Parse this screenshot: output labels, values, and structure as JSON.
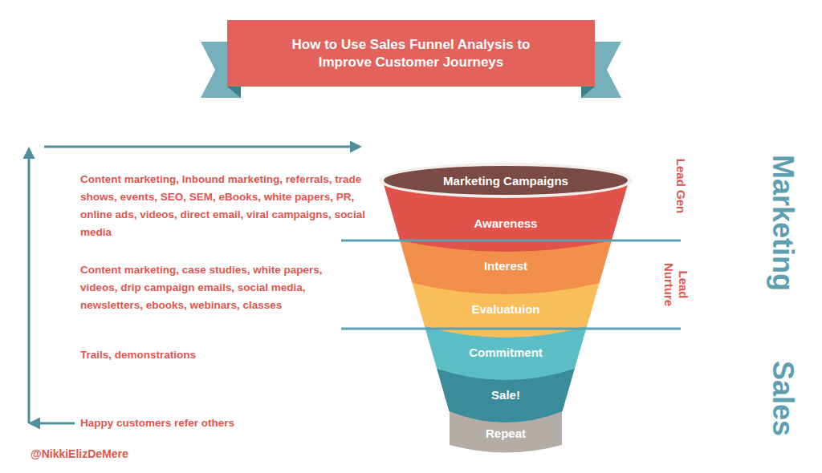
{
  "diagram": {
    "title": "How to Use Sales Funnel Analysis to Improve Customer Journeys",
    "nodes": [
      {
        "text": [
          "Marketing Campaigns"
        ]
      },
      {
        "text": [
          "Awareness"
        ]
      },
      {
        "text": [
          "Interest"
        ]
      },
      {
        "text": [
          "Evaluatuion"
        ]
      },
      {
        "text": [
          "Commitment"
        ]
      },
      {
        "text": [
          "Sale!"
        ]
      },
      {
        "text": [
          "Repeat"
        ]
      }
    ],
    "labels": [
      "Content marketing, Inbound marketing, referrals, trade shows, events, SEO, SEM, eBooks, white papers, PR, online ads, videos, direct email, viral campaigns, social media",
      "Lead Gen",
      "Marketing",
      "Content marketing, case studies, white papers, videos, drip campaign emails, social media, newsletters, ebooks, webinars, classes",
      "Lead Nurture",
      "Trails, demonstrations",
      "Sales",
      "Happy customers refer others",
      "@NikkiElizDeMere"
    ]
  }
}
